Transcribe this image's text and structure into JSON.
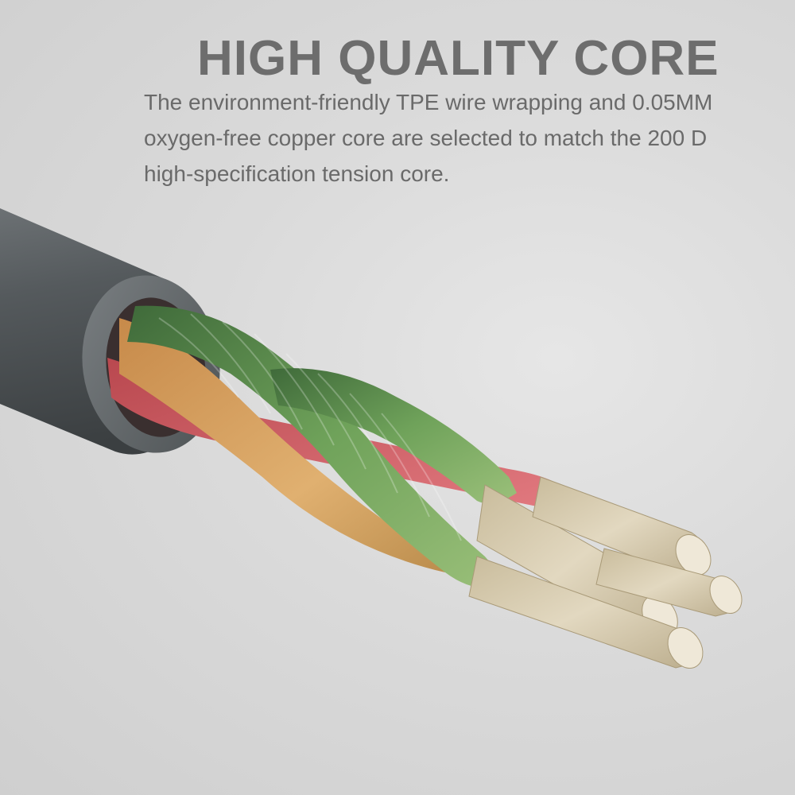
{
  "headline": "HIGH QUALITY CORE",
  "description_lines": [
    "The environment-friendly TPE wire wrapping and 0.05MM",
    "oxygen-free copper core are selected to match the 200 D",
    "high-specification tension core."
  ],
  "illustration": {
    "subject": "cable-cross-section",
    "colors": {
      "background": "#d9d9d9",
      "jacket": "#555a5d",
      "wire_red": "#d9606a",
      "wire_orange": "#d9a05a",
      "wire_green": "#6fa25a",
      "copper_core": "#d8ccb0",
      "text": "#6a6a6a"
    }
  }
}
